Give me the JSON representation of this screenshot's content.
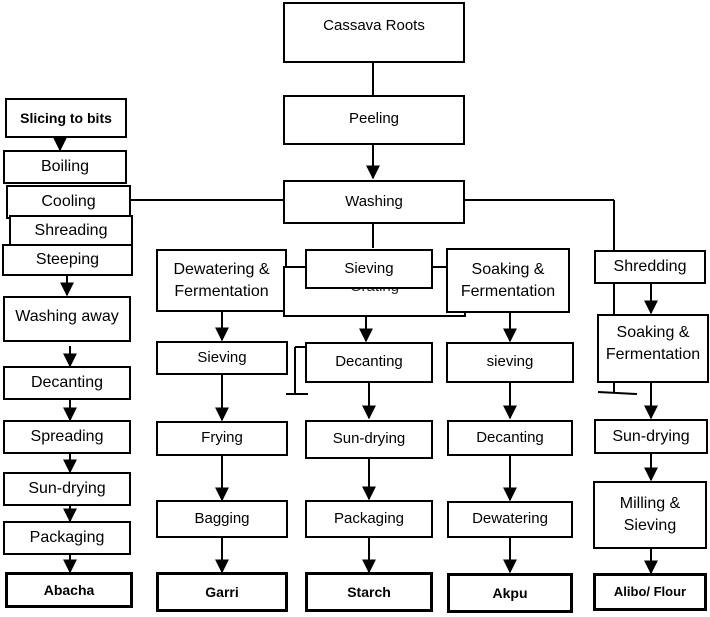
{
  "nodes": {
    "cassava_roots": "Cassava Roots",
    "peeling": "Peeling",
    "washing": "Washing",
    "slicing": "Slicing to bits",
    "boiling": "Boiling",
    "cooling": "Cooling",
    "shreading": "Shreading",
    "steeping": "Steeping",
    "washing_away": "Washing away",
    "decanting_abacha": "Decanting",
    "spreading": "Spreading",
    "sun_drying_abacha": "Sun-drying",
    "packaging_abacha": "Packaging",
    "abacha": "Abacha",
    "dewatering_fermentation": "Dewatering & Fermentation",
    "grating": "Grating",
    "sieving_top": "Sieving",
    "sieving_garri": "Sieving",
    "frying": "Frying",
    "bagging": "Bagging",
    "garri": "Garri",
    "decanting_starch": "Decanting",
    "sun_drying_starch": "Sun-drying",
    "packaging_starch": "Packaging",
    "starch": "Starch",
    "soaking_fermentation_akpu": "Soaking & Fermentation",
    "sieving_akpu": "sieving",
    "decanting_akpu": "Decanting",
    "dewatering_akpu": "Dewatering",
    "akpu": "Akpu",
    "shredding": "Shredding",
    "soaking_fermentation_alibo": "Soaking & Fermentation",
    "sun_drying_alibo": "Sun-drying",
    "milling_sieving": "Milling & Sieving",
    "alibo_flour": "Alibo/ Flour"
  },
  "colors": {
    "line": "#000000",
    "box_fill": "#ffffff"
  }
}
